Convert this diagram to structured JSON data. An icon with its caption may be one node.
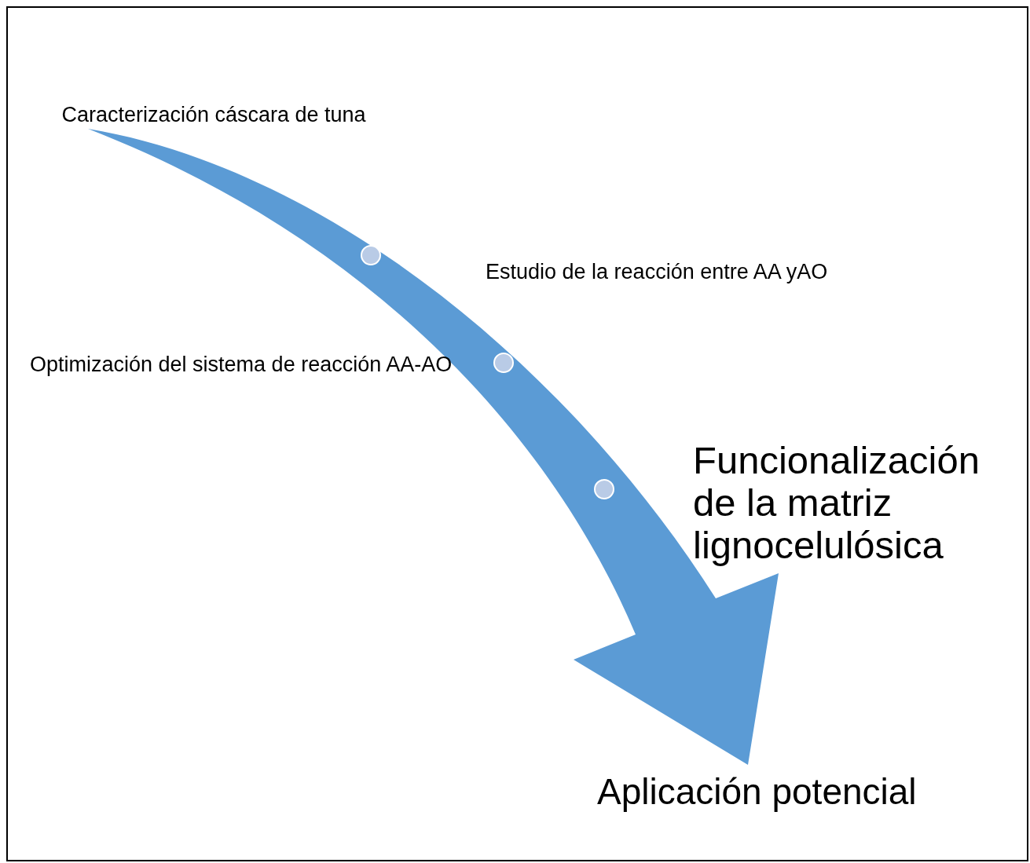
{
  "diagram": {
    "nodes": [
      {
        "text": [
          "Caracterización cáscara de tuna"
        ]
      },
      {
        "text": [
          "Estudio de la reacción entre AA yAO"
        ]
      },
      {
        "text": [
          "Optimización del sistema de reacción AA-AO"
        ]
      },
      {
        "text": [
          "Funcionalización de la matriz lignocelulósica"
        ]
      },
      {
        "text": [
          "Aplicación potencial"
        ]
      }
    ],
    "edges": [
      {
        "from": 0,
        "to": 4,
        "arrow": "to"
      }
    ]
  }
}
